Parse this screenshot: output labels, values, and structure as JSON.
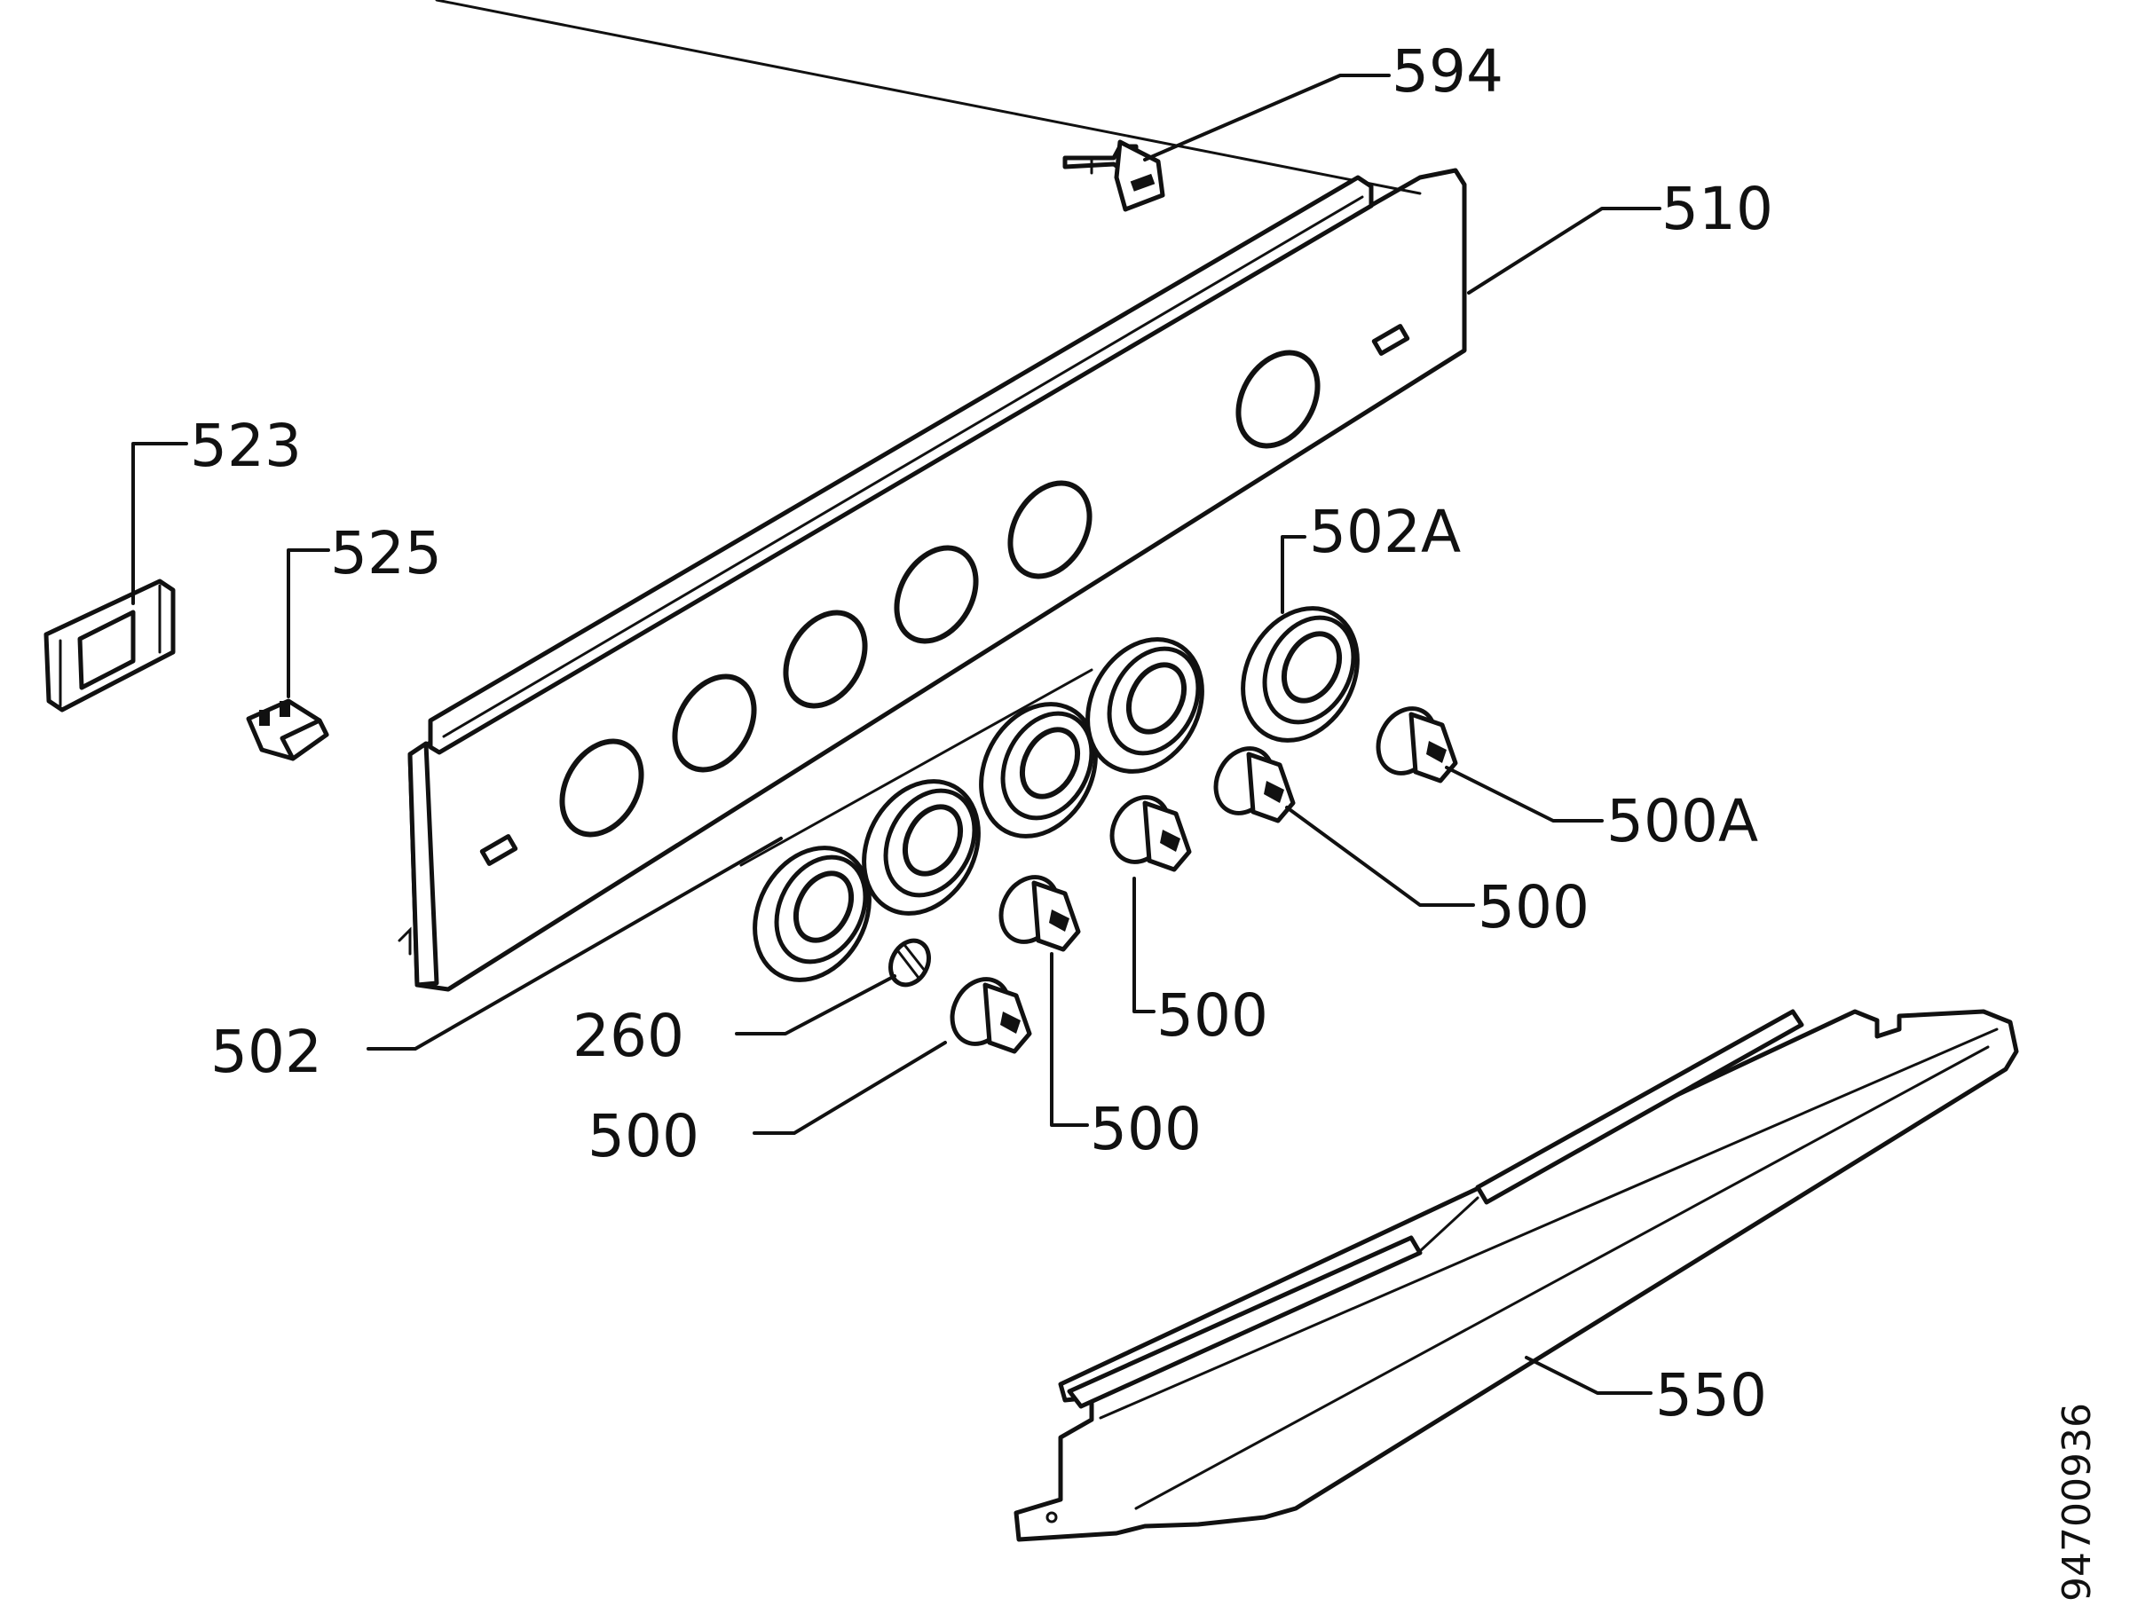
{
  "labels": {
    "p594": "594",
    "p510": "510",
    "p523": "523",
    "p525": "525",
    "p502A": "502A",
    "p500A": "500A",
    "p500_right": "500",
    "p500_mid": "500",
    "p502": "502",
    "p260": "260",
    "p500_bottom": "500",
    "p500_center": "500",
    "p550": "550"
  },
  "drawing_number": "94700936",
  "colors": {
    "line": "#111111",
    "background": "#ffffff"
  }
}
